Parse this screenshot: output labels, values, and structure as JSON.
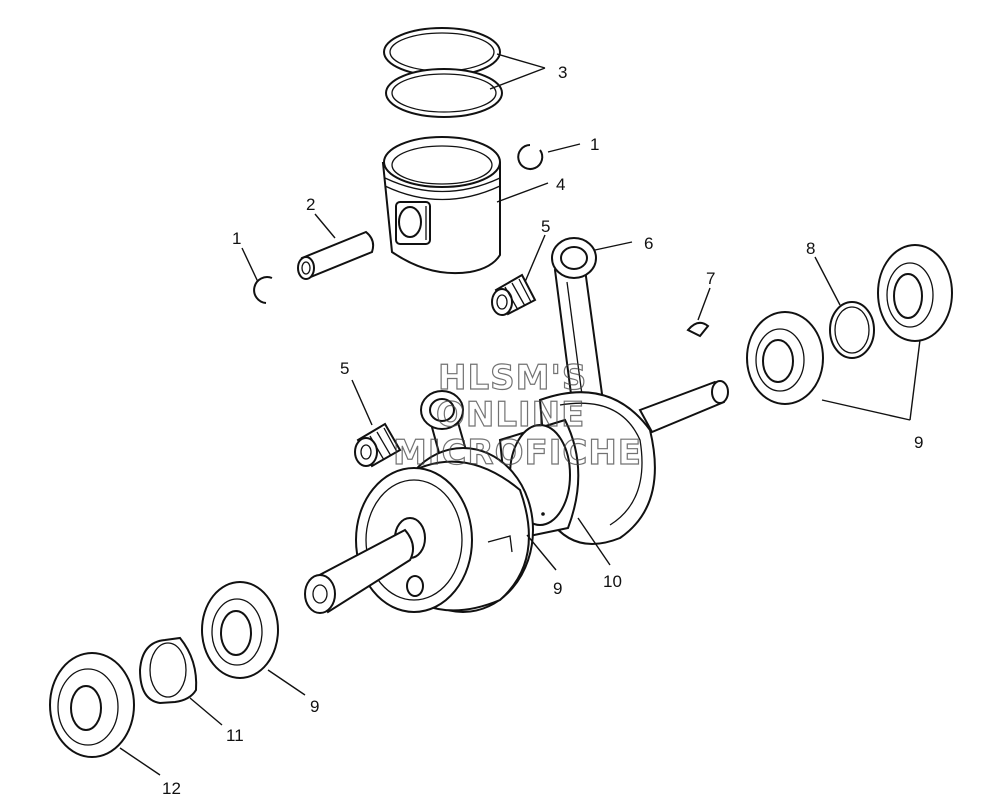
{
  "watermark": {
    "line1": "HLSM'S",
    "line2": "ONLINE",
    "line3": "MICROFICHE",
    "color": "#444444"
  },
  "callouts": [
    {
      "id": "c-3",
      "label": "3"
    },
    {
      "id": "c-1a",
      "label": "1"
    },
    {
      "id": "c-4",
      "label": "4"
    },
    {
      "id": "c-2",
      "label": "2"
    },
    {
      "id": "c-1b",
      "label": "1"
    },
    {
      "id": "c-5a",
      "label": "5"
    },
    {
      "id": "c-6",
      "label": "6"
    },
    {
      "id": "c-7",
      "label": "7"
    },
    {
      "id": "c-8",
      "label": "8"
    },
    {
      "id": "c-9a",
      "label": "9"
    },
    {
      "id": "c-5b",
      "label": "5"
    },
    {
      "id": "c-9b",
      "label": "9"
    },
    {
      "id": "c-10",
      "label": "10"
    },
    {
      "id": "c-9c",
      "label": "9"
    },
    {
      "id": "c-11",
      "label": "11"
    },
    {
      "id": "c-12",
      "label": "12"
    }
  ]
}
